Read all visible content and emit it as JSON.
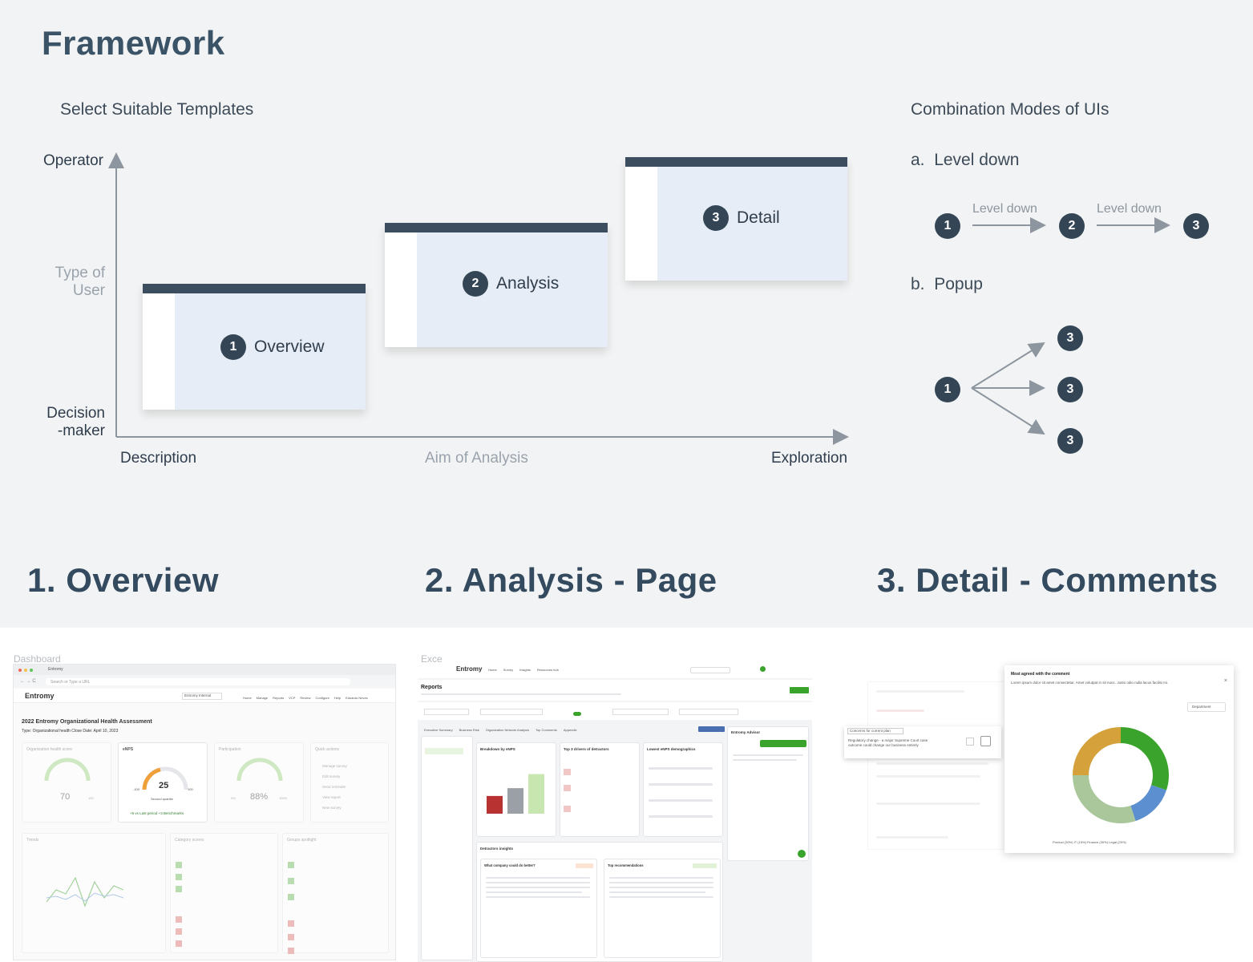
{
  "framework_title": "Framework",
  "select_templates": "Select Suitable Templates",
  "axes": {
    "y_top": "Operator",
    "y_mid_line1": "Type of",
    "y_mid_line2": "User",
    "y_bottom_line1": "Decision",
    "y_bottom_line2": "-maker",
    "x_left": "Description",
    "x_mid": "Aim of Analysis",
    "x_right": "Exploration"
  },
  "templates": [
    {
      "num": "1",
      "label": "Overview"
    },
    {
      "num": "2",
      "label": "Analysis"
    },
    {
      "num": "3",
      "label": "Detail"
    }
  ],
  "combination": {
    "title": "Combination Modes of UIs",
    "a_prefix": "a.",
    "a_label": "Level down",
    "b_prefix": "b.",
    "b_label": "Popup",
    "arrow_label": "Level down",
    "n1": "1",
    "n2": "2",
    "n3": "3"
  },
  "headings": {
    "overview": "1. Overview",
    "analysis": "2. Analysis - Page",
    "detail": "3. Detail - Comments"
  },
  "dashboard": {
    "caption": "Dashboard",
    "browser_tab": "Entromy",
    "url": "Search or Type a URL",
    "logo": "Entromy",
    "org_select": "Entromy Internal",
    "nav": [
      "Home",
      "Manage",
      "Reports",
      "VCP",
      "Review",
      "Configure",
      "Help",
      "Eduardo Neves"
    ],
    "assessment_title": "2022 Entromy Organizational Health Assessment",
    "assessment_meta": "Type: Organizational health   Close Date: April 10, 2023",
    "org_health_label": "Organization health score",
    "org_health_value": "70",
    "org_health_max": "100",
    "enps_label": "eNPS",
    "enps_value": "25",
    "enps_min": "-100",
    "enps_max": "100",
    "enps_sub": "Second quartile",
    "enps_delta": "+5 vs Last period   +3 Benchmarks",
    "participation_label": "Participation",
    "participation_value": "88%",
    "participation_min": "0%",
    "participation_max": "100%",
    "quick_actions_label": "Quick actions",
    "quick_actions": [
      "Manage survey",
      "Edit survey",
      "Send reminder",
      "View report",
      "New survey"
    ],
    "trends_label": "Trends",
    "category_label": "Category scores",
    "groups_label": "Groups spotlight"
  },
  "analysis_thumb": {
    "caption": "Exce",
    "logo": "Entromy",
    "nav": [
      "Home",
      "Survey",
      "Insights",
      "Resources hub"
    ],
    "reports": "Reports",
    "tabs": [
      "Executive Summary",
      "Business Risk",
      "Organization Network Analysis",
      "Top Comments",
      "Appendix"
    ],
    "breakdown": "Breakdown by eNPS",
    "drivers": "Top 3 drivers of detractors",
    "demographics": "Lowest eNPS demographics",
    "advisor": "Entromy Advisor",
    "insights": "Detractors insights",
    "q1": "What company could do better?",
    "q2": "Top recommendations",
    "bar_values": [
      34,
      49,
      76
    ]
  },
  "detail_thumb": {
    "popup_title": "Most agreed with the comment",
    "popup_text": "Lorem ipsum dolor sit amet consectetur. Amet volutpat in sit nunc. Justo odio nulla lacus facilisi mi.",
    "dept": "Department",
    "comment_label": "Concerns for current plan",
    "comment_text": "Regulatory change - a major Supreme Court case outcome could change our business entirely",
    "donut": [
      {
        "name": "Product",
        "value": 30,
        "color": "#3aa32b"
      },
      {
        "name": "IT",
        "value": 15,
        "color": "#5b8fd0"
      },
      {
        "name": "Finance",
        "value": 30,
        "color": "#a9c79a"
      },
      {
        "name": "Legal",
        "value": 25,
        "color": "#d4a13b"
      }
    ],
    "legend": "Product (30%)   IT (15%)   Finance (30%)   Legal (25%)"
  }
}
